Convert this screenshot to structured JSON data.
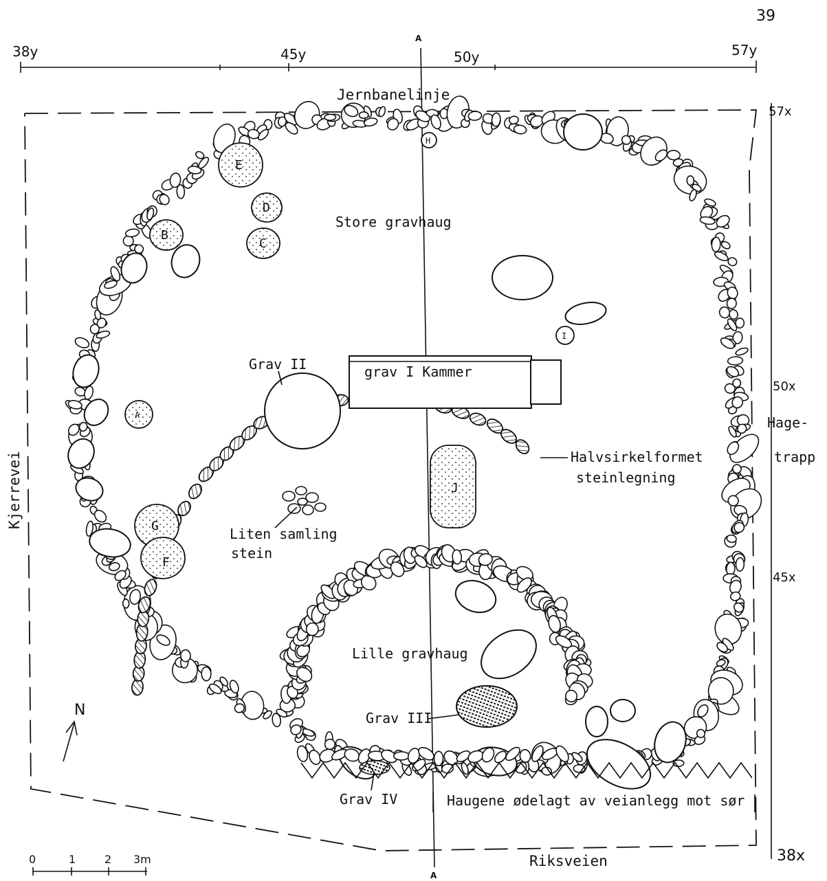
{
  "page_number": "39",
  "axes": {
    "top_ticks": [
      "38y",
      "45y",
      "50y",
      "57y"
    ],
    "right_ticks": [
      "57x",
      "50x",
      "45x",
      "38x"
    ],
    "section_label": "A"
  },
  "borders": {
    "north": "Jernbanelinje",
    "south": "Riksveien",
    "west": "Kjerrevei",
    "east": "Hage-\ntrapp"
  },
  "mounds": {
    "large": "Store gravhaug",
    "small": "Lille gravhaug"
  },
  "graves": {
    "grave_1": "grav I Kammer",
    "grave_2": "Grav II",
    "grave_3": "Grav III",
    "grave_4": "Grav IV"
  },
  "features": {
    "semicircle_line1": "Halvsirkelformet",
    "semicircle_line2": "steinlegning",
    "small_cluster_line1": "Liten samling",
    "small_cluster_line2": "stein",
    "road_note": "Haugene ødelagt av veianlegg mot sør"
  },
  "markers": [
    "E",
    "D",
    "B",
    "C",
    "A",
    "G",
    "F",
    "H",
    "I",
    "J"
  ],
  "north_arrow": "N",
  "scale_bar": [
    "0",
    "1",
    "2",
    "3m"
  ]
}
